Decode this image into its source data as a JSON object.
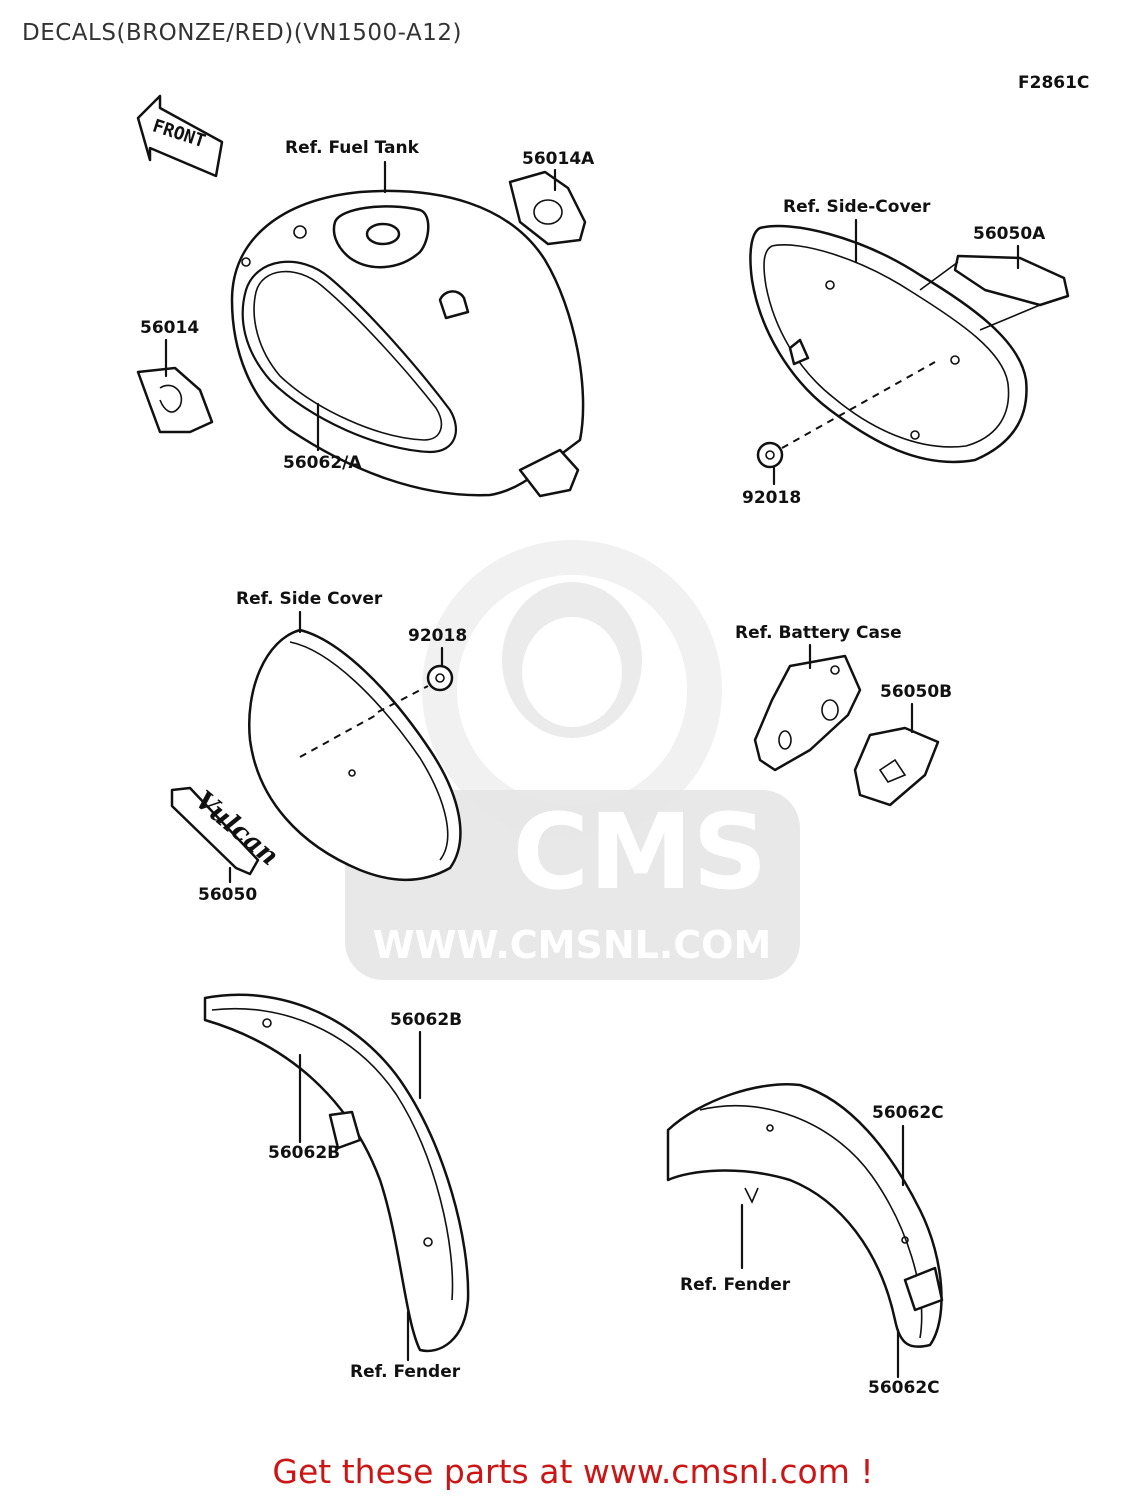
{
  "title": "DECALS(BRONZE/RED)(VN1500-A12)",
  "figure_code": "F2861C",
  "front_marker": "FRONT",
  "labels": {
    "fuel_tank": "Ref. Fuel Tank",
    "side_cover_top": "Ref. Side-Cover",
    "side_cover_mid": "Ref. Side Cover",
    "battery_case": "Ref. Battery Case",
    "fender_front": "Ref. Fender",
    "fender_rear": "Ref. Fender"
  },
  "parts": {
    "p56014A": "56014A",
    "p56014": "56014",
    "p56062A": "56062/A",
    "p56050A": "56050A",
    "p92018_top": "92018",
    "p92018_mid": "92018",
    "p56050B": "56050B",
    "p56050": "56050",
    "p56062B_top": "56062B",
    "p56062B_bottom": "56062B",
    "p56062C_top": "56062C",
    "p56062C_bottom": "56062C"
  },
  "watermark": {
    "brand": "CMS",
    "url": "WWW.CMSNL.COM"
  },
  "call_to_action": "Get these parts at www.cmsnl.com !",
  "colors": {
    "accent": "#cc1616",
    "line": "#111111",
    "watermark": "#e6e6e6"
  }
}
